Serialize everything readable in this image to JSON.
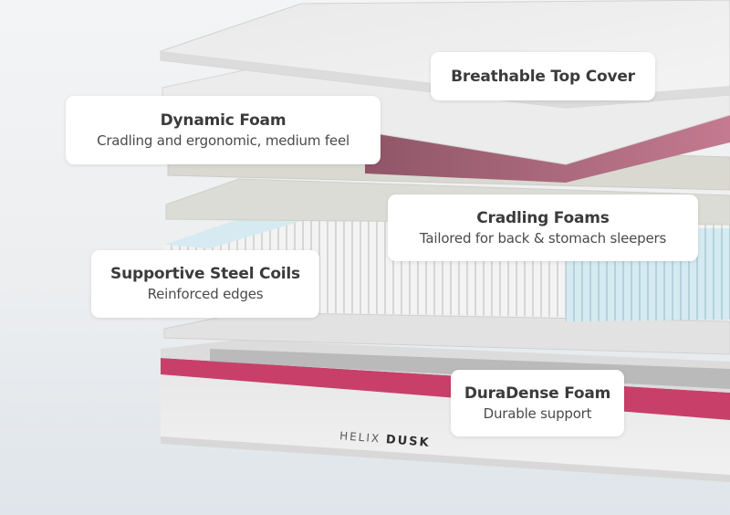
{
  "product": {
    "brand_name": "HELIX",
    "model_name": "DUSK"
  },
  "callouts": [
    {
      "id": "top-cover",
      "title": "Breathable Top Cover",
      "subtitle": ""
    },
    {
      "id": "dynamic-foam",
      "title": "Dynamic Foam",
      "subtitle": "Cradling and ergonomic, medium feel"
    },
    {
      "id": "cradling-foams",
      "title": "Cradling Foams",
      "subtitle": "Tailored for back & stomach sleepers"
    },
    {
      "id": "steel-coils",
      "title": "Supportive Steel Coils",
      "subtitle": "Reinforced edges"
    },
    {
      "id": "duradense-foam",
      "title": "DuraDense Foam",
      "subtitle": "Durable support"
    }
  ],
  "colors": {
    "accent_pink": "#c8406a",
    "dynamic_foam_pink": "#b86a80",
    "coil_blue": "#cfe6ee",
    "background": "#eceef0"
  }
}
